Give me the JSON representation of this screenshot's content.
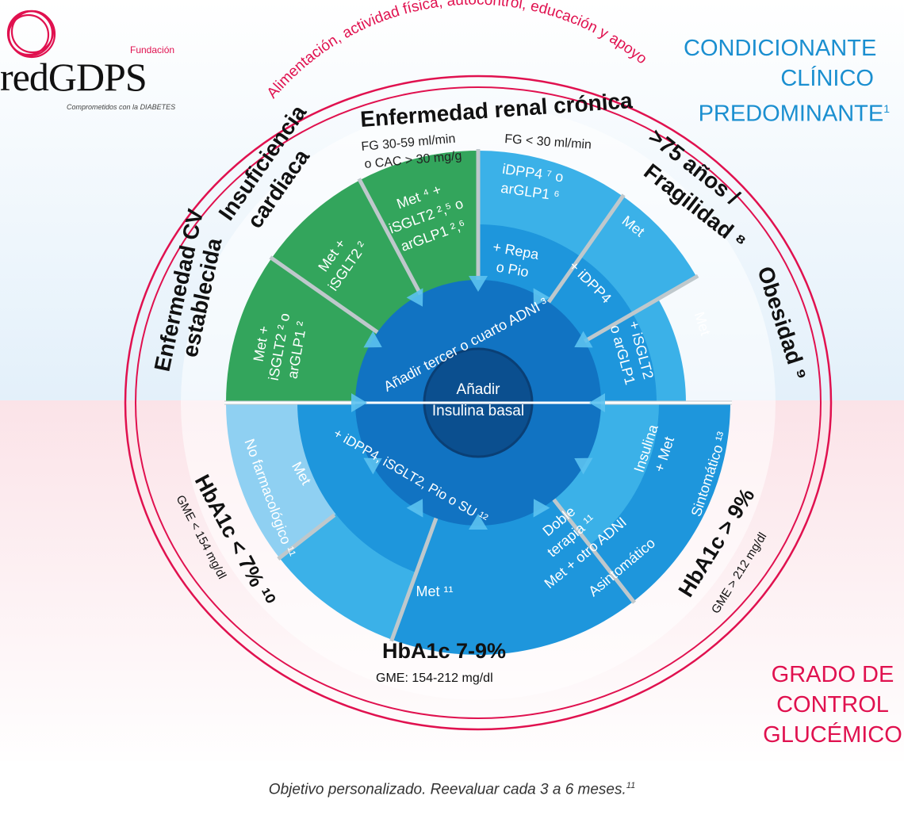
{
  "logo": {
    "fundacion": "Fundación",
    "name": "redGDPS",
    "tagline_prefix": "Comprometidos con la",
    "tagline_emph": "DIABETES"
  },
  "headings": {
    "clinical": [
      "CONDICIONANTE",
      "CLÍNICO",
      "PREDOMINANTE"
    ],
    "clinical_ref": "1",
    "glycemic": [
      "GRADO DE",
      "CONTROL",
      "GLUCÉMICO"
    ]
  },
  "arc_text": "Alimentación, actividad física, autocontrol, educación y apoyo",
  "conditions": {
    "cv": [
      "Enfermedad CV",
      "establecida"
    ],
    "ic": [
      "Insuficiencia",
      "cardiaca"
    ],
    "erc": "Enfermedad renal crónica",
    "erc_sub1": [
      "FG 30-59 ml/min",
      "o CAC > 30 mg/g"
    ],
    "erc_sub2": "FG < 30 ml/min",
    "frail": [
      ">75 años /",
      "Fragilidad ⁸"
    ],
    "obes": "Obesidad ⁹"
  },
  "glycemic_labels": {
    "low": "HbA1c < 7% ¹⁰",
    "low_sub": "GME < 154 mg/dl",
    "mid": "HbA1c 7-9%",
    "mid_sub": "GME: 154-212 mg/dl",
    "high": "HbA1c > 9%",
    "high_sub": "GME > 212 mg/dl"
  },
  "outer_ring": {
    "cv": [
      "Met +",
      "iSGLT2 ² o",
      "arGLP1 ²"
    ],
    "ic": [
      "Met +",
      "iSGLT2 ²"
    ],
    "erc1": [
      "Met ⁴ +",
      "iSGLT2 ²,⁵ o",
      "arGLP1 ²,⁶"
    ],
    "erc2": [
      "iDPP4 ⁷ o",
      "arGLP1 ⁶"
    ],
    "frail": "Met",
    "obes": "Met",
    "sint": "Sintomático ¹³",
    "nofarm": "No farmacológico ¹¹",
    "met_mid": "Met ¹¹",
    "asint": "Asintomático"
  },
  "middle_ring": {
    "repa": [
      "+ Repa",
      "o Pio"
    ],
    "idpp4": "+ iDPP4",
    "obes": [
      "+ iSGLT2",
      "o arGLP1"
    ],
    "insulina": [
      "Insulina",
      "+ Met"
    ],
    "doble": [
      "Doble",
      "terapia ¹¹",
      "Met + otro ADNI"
    ],
    "met": "Met",
    "low_inner": "+ iDPP4, iSGLT2, Pio o SU ¹²"
  },
  "inner": {
    "ring": "Añadir tercer o cuarto ADNI ³",
    "center": [
      "Añadir",
      "Insulina basal"
    ]
  },
  "footer": {
    "text": "Objetivo personalizado. Reevaluar cada 3 a 6 meses.",
    "ref": "11"
  },
  "colors": {
    "green": "#33a55c",
    "blue_light": "#3bb1e8",
    "blue_mid": "#1e96dc",
    "blue_dark": "#0f6fbb",
    "blue_core": "#0b4f8f",
    "pale_blue": "#8fd0f2",
    "red": "#e0114f",
    "heading_blue": "#1b8fd0"
  }
}
